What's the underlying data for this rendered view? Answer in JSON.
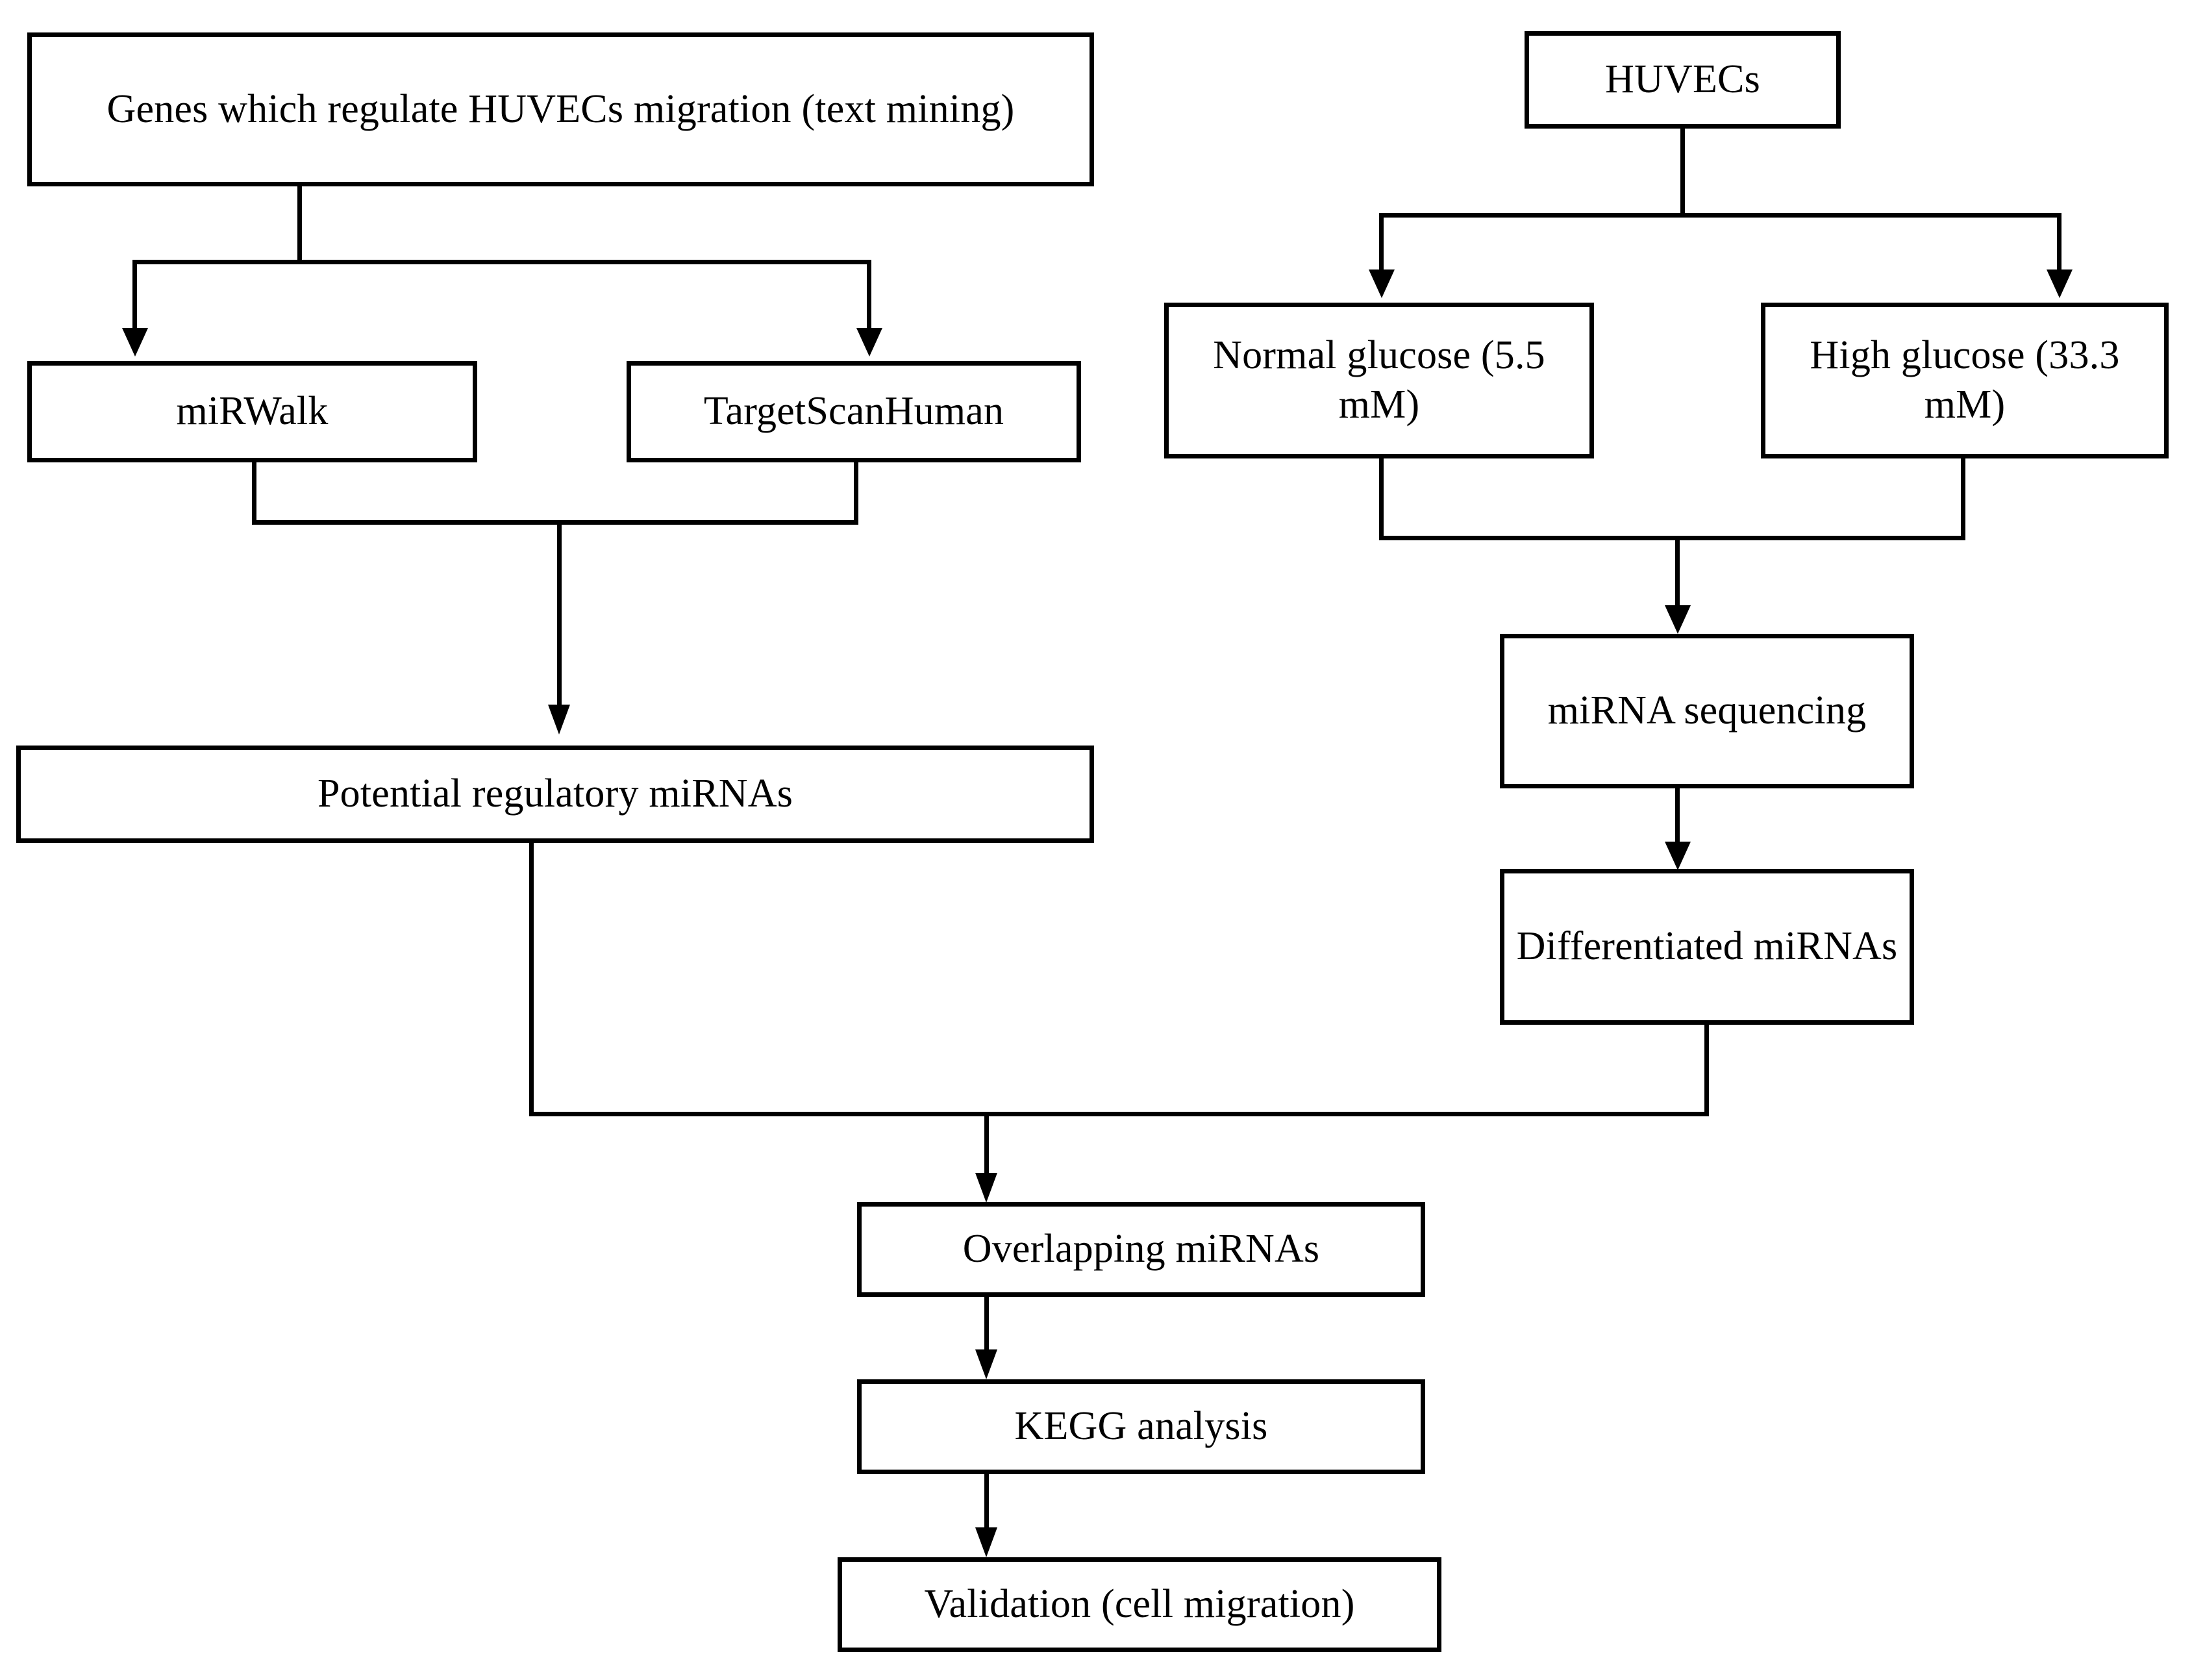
{
  "diagram": {
    "type": "flowchart",
    "title": "Study workflow for identifying miRNAs regulating HUVEC migration",
    "orientation": "top-to-bottom",
    "colors": {
      "background": "#ffffff",
      "box_border": "#000000",
      "box_fill": "#ffffff",
      "text": "#000000",
      "connector": "#000000"
    },
    "nodes": {
      "genes_text_mining": {
        "label": "Genes which regulate HUVECs migration (text mining)",
        "line1": "Genes which regulate HUVECs migration (text",
        "line2": "mining)"
      },
      "mirwalk": {
        "label": "miRWalk"
      },
      "targetscanhuman": {
        "label": "TargetScanHuman"
      },
      "potential_regulatory_mirnas": {
        "label": "Potential regulatory miRNAs"
      },
      "huvecs": {
        "label": "HUVECs"
      },
      "normal_glucose": {
        "label": "Normal glucose (5.5 mM)",
        "line1": "Normal glucose",
        "line2": "(5.5 mM)"
      },
      "high_glucose": {
        "label": "High glucose (33.3 mM)",
        "line1": "High glucose",
        "line2": "(33.3 mM)"
      },
      "mirna_sequencing": {
        "label": "miRNA sequencing",
        "line1": "miRNA",
        "line2": "sequencing"
      },
      "differentiated_mirnas": {
        "label": "Differentiated miRNAs",
        "line1": "Differentiated",
        "line2": "miRNAs"
      },
      "overlapping_mirnas": {
        "label": "Overlapping miRNAs"
      },
      "kegg_analysis": {
        "label": "KEGG analysis"
      },
      "validation": {
        "label": "Validation (cell migration)"
      }
    },
    "edges": [
      {
        "from": "genes_text_mining",
        "to": "mirwalk",
        "arrow": true
      },
      {
        "from": "genes_text_mining",
        "to": "targetscanhuman",
        "arrow": true
      },
      {
        "from": "mirwalk",
        "to": "potential_regulatory_mirnas",
        "arrow": true
      },
      {
        "from": "targetscanhuman",
        "to": "potential_regulatory_mirnas",
        "arrow": true
      },
      {
        "from": "huvecs",
        "to": "normal_glucose",
        "arrow": true
      },
      {
        "from": "huvecs",
        "to": "high_glucose",
        "arrow": true
      },
      {
        "from": "normal_glucose",
        "to": "mirna_sequencing",
        "arrow": true
      },
      {
        "from": "high_glucose",
        "to": "mirna_sequencing",
        "arrow": true
      },
      {
        "from": "mirna_sequencing",
        "to": "differentiated_mirnas",
        "arrow": true
      },
      {
        "from": "potential_regulatory_mirnas",
        "to": "overlapping_mirnas",
        "arrow": true
      },
      {
        "from": "differentiated_mirnas",
        "to": "overlapping_mirnas",
        "arrow": true
      },
      {
        "from": "overlapping_mirnas",
        "to": "kegg_analysis",
        "arrow": true
      },
      {
        "from": "kegg_analysis",
        "to": "validation",
        "arrow": true
      }
    ]
  }
}
